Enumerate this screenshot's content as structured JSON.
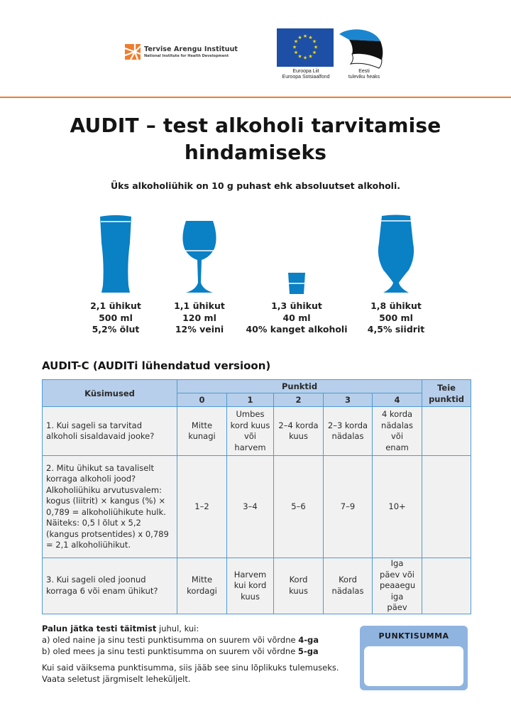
{
  "header": {
    "tai_logo": {
      "name": "Tervise Arengu Instituut",
      "subtitle": "National Institute for Health Development",
      "accent": "#ee7d2d"
    },
    "eu_logo": {
      "caption_line1": "Euroopa Liit",
      "caption_line2": "Euroopa Sotsiaalfond",
      "flag_color": "#1e4fa6",
      "star_color": "#ffdd00"
    },
    "ee_logo": {
      "caption_line1": "Eesti",
      "caption_line2": "tuleviku heaks"
    },
    "rule_color": "#ee7d2d"
  },
  "title": {
    "line1": "AUDIT – test alkoholi tarvitamise",
    "line2": "hindamiseks"
  },
  "subtitle": "Üks alkoholiühik on 10 g puhast ehk absoluutset alkoholi.",
  "glasses": [
    {
      "icon": "beer-glass-icon",
      "units": "2,1 ühikut",
      "volume": "500 ml",
      "drink": "5,2% õlut"
    },
    {
      "icon": "wine-glass-icon",
      "units": "1,1 ühikut",
      "volume": "120 ml",
      "drink": "12% veini"
    },
    {
      "icon": "shot-glass-icon",
      "units": "1,3 ühikut",
      "volume": "40 ml",
      "drink": "40% kanget alkoholi"
    },
    {
      "icon": "cider-glass-icon",
      "units": "1,8 ühikut",
      "volume": "500 ml",
      "drink": "4,5% siidrit"
    }
  ],
  "glass_color": "#0a80c5",
  "section_title": "AUDIT-C (AUDITi lühendatud versioon)",
  "table": {
    "headers": {
      "questions": "Küsimused",
      "points": "Punktid",
      "score_cols": [
        "0",
        "1",
        "2",
        "3",
        "4"
      ],
      "your_points_line1": "Teie",
      "your_points_line2": "punktid"
    },
    "rows": [
      {
        "question": "1. Kui sageli sa tarvitad alkoholi sisaldavaid jooke?",
        "answers": [
          "Mitte kunagi",
          "Umbes kord kuus või harvem",
          "2–4 korda kuus",
          "2–3 korda nädalas",
          "4 korda nädalas või enam"
        ],
        "your_points": ""
      },
      {
        "question": "2. Mitu ühikut sa tavaliselt korraga alkoholi jood? Alkoholiühiku arvutusvalem: kogus (liitrit) × kangus (%) × 0,789 = alkoholiühikute hulk. Näiteks: 0,5 l õlut x 5,2 (kangus protsentides) x 0,789 = 2,1 alkoholiühikut.",
        "answers": [
          "1–2",
          "3–4",
          "5–6",
          "7–9",
          "10+"
        ],
        "your_points": ""
      },
      {
        "question": "3. Kui sageli oled joonud korraga 6 või enam ühikut?",
        "answers": [
          "Mitte kordagi",
          "Harvem kui kord kuus",
          "Kord kuus",
          "Kord nädalas",
          "Iga päev või peaaegu iga päev"
        ],
        "your_points": ""
      }
    ],
    "header_bg": "#b7cfea",
    "cell_bg": "#f1f1f1",
    "border_color": "#4d9bd3"
  },
  "footer": {
    "continue_bold": "Palun jätka testi täitmist",
    "continue_rest": " juhul, kui:",
    "line_a_text": "a) oled naine ja sinu testi punktisumma on suurem või võrdne ",
    "line_a_bold": "4-ga",
    "line_b_text": "b) oled mees ja sinu testi punktisumma on suurem või võrdne ",
    "line_b_bold": "5-ga",
    "note_line1": "Kui said väiksema punktisumma, siis jääb see sinu lõplikuks tulemuseks.",
    "note_line2": "Vaata seletust järgmiselt leheküljelt."
  },
  "score_box": {
    "label": "PUNKTISUMMA",
    "value": "",
    "bg": "#8fb4e0"
  }
}
